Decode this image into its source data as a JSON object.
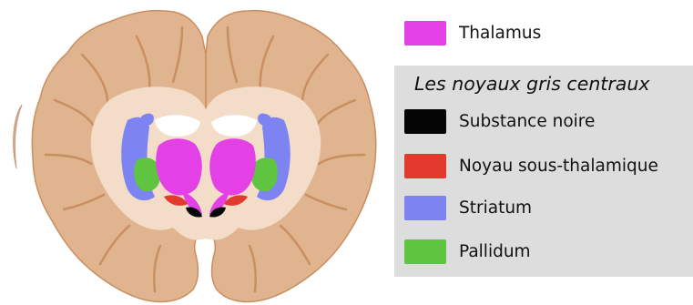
{
  "legend": {
    "thalamus": {
      "label": "Thalamus",
      "color": "#e340e6"
    },
    "group_title": "Les noyaux gris centraux",
    "items": [
      {
        "label": "Substance noire",
        "color": "#050505"
      },
      {
        "label": "Noyau sous-thalamique",
        "color": "#e23a2c"
      },
      {
        "label": "Striatum",
        "color": "#7d84f2"
      },
      {
        "label": "Pallidum",
        "color": "#5fc43f"
      }
    ]
  },
  "colors": {
    "cortex": "#dfb48e",
    "cortex_dark": "#c98f62",
    "white_matter": "#f3ddc9",
    "ventricle": "#ffffff"
  }
}
